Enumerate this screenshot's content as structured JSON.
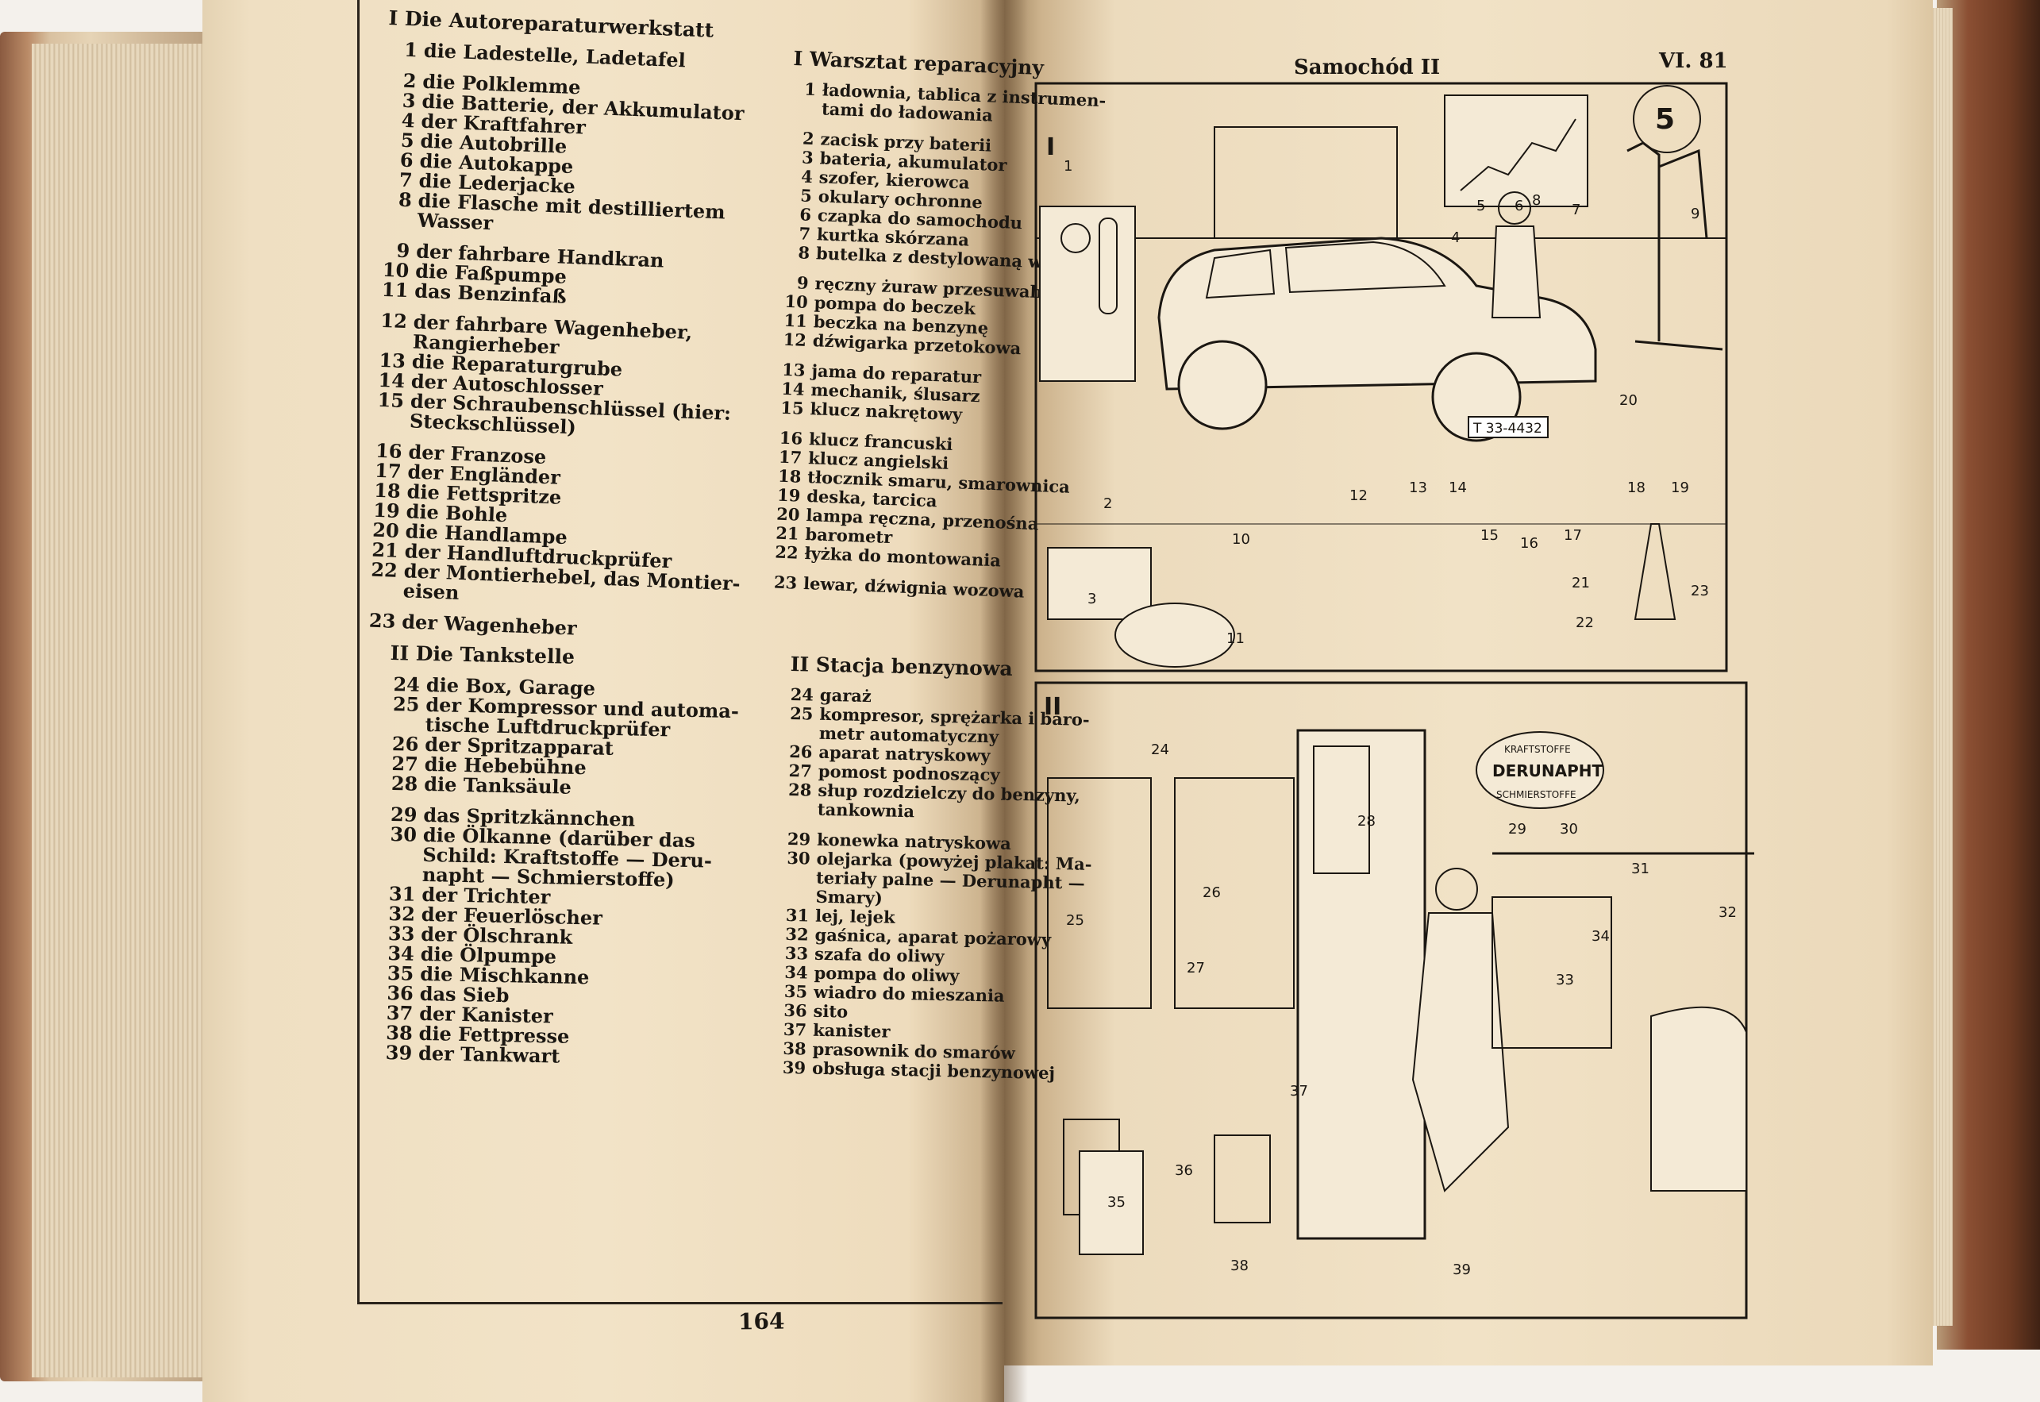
{
  "left_page": {
    "section1": {
      "title_de": "I Die Autoreparaturwerkstatt",
      "title_pl": "I Warsztat reparacyjny",
      "entries_de": [
        {
          "n": "1",
          "t": "die Ladestelle, Ladetafel"
        },
        {
          "n": "2",
          "t": "die Polklemme"
        },
        {
          "n": "3",
          "t": "die Batterie, der Akkumulator"
        },
        {
          "n": "4",
          "t": "der Kraftfahrer"
        },
        {
          "n": "5",
          "t": "die Autobrille"
        },
        {
          "n": "6",
          "t": "die Autokappe"
        },
        {
          "n": "7",
          "t": "die Lederjacke"
        },
        {
          "n": "8",
          "t": "die Flasche mit destilliertem"
        },
        {
          "n": "",
          "t": "Wasser"
        },
        {
          "n": "9",
          "t": "der fahrbare Handkran"
        },
        {
          "n": "10",
          "t": "die Faßpumpe"
        },
        {
          "n": "11",
          "t": "das Benzinfaß"
        },
        {
          "n": "12",
          "t": "der fahrbare Wagenheber,"
        },
        {
          "n": "",
          "t": "Rangierheber"
        },
        {
          "n": "13",
          "t": "die Reparaturgrube"
        },
        {
          "n": "14",
          "t": "der Autoschlosser"
        },
        {
          "n": "15",
          "t": "der Schraubenschlüssel (hier:"
        },
        {
          "n": "",
          "t": "Steckschlüssel)"
        },
        {
          "n": "16",
          "t": "der Franzose"
        },
        {
          "n": "17",
          "t": "der Engländer"
        },
        {
          "n": "18",
          "t": "die Fettspritze"
        },
        {
          "n": "19",
          "t": "die Bohle"
        },
        {
          "n": "20",
          "t": "die Handlampe"
        },
        {
          "n": "21",
          "t": "der Handluftdruckprüfer"
        },
        {
          "n": "22",
          "t": "der Montierhebel, das Montier-"
        },
        {
          "n": "",
          "t": "eisen"
        },
        {
          "n": "23",
          "t": "der Wagenheber"
        }
      ],
      "entries_pl": [
        {
          "n": "1",
          "t": "ładownia, tablica z instrumen-"
        },
        {
          "n": "",
          "t": "tami do ładowania"
        },
        {
          "n": "2",
          "t": "zacisk przy baterii"
        },
        {
          "n": "3",
          "t": "bateria, akumulator"
        },
        {
          "n": "4",
          "t": "szofer, kierowca"
        },
        {
          "n": "5",
          "t": "okulary ochronne"
        },
        {
          "n": "6",
          "t": "czapka do samochodu"
        },
        {
          "n": "7",
          "t": "kurtka skórzana"
        },
        {
          "n": "8",
          "t": "butelka z destylowaną wodą"
        },
        {
          "n": "9",
          "t": "ręczny żuraw przesuwalny"
        },
        {
          "n": "10",
          "t": "pompa do beczek"
        },
        {
          "n": "11",
          "t": "beczka na benzynę"
        },
        {
          "n": "12",
          "t": "dźwigarka przetokowa"
        },
        {
          "n": "13",
          "t": "jama do reparatur"
        },
        {
          "n": "14",
          "t": "mechanik, ślusarz"
        },
        {
          "n": "15",
          "t": "klucz nakrętowy"
        },
        {
          "n": "16",
          "t": "klucz francuski"
        },
        {
          "n": "17",
          "t": "klucz angielski"
        },
        {
          "n": "18",
          "t": "tłocznik smaru, smarownica"
        },
        {
          "n": "19",
          "t": "deska, tarcica"
        },
        {
          "n": "20",
          "t": "lampa ręczna, przenośna"
        },
        {
          "n": "21",
          "t": "barometr"
        },
        {
          "n": "22",
          "t": "łyżka do montowania"
        },
        {
          "n": "23",
          "t": "lewar, dźwignia wozowa"
        }
      ]
    },
    "section2": {
      "title_de": "II Die Tankstelle",
      "title_pl": "II Stacja benzynowa",
      "entries_de": [
        {
          "n": "24",
          "t": "die Box, Garage"
        },
        {
          "n": "25",
          "t": "der Kompressor und automa-"
        },
        {
          "n": "",
          "t": "tische Luftdruckprüfer"
        },
        {
          "n": "26",
          "t": "der Spritzapparat"
        },
        {
          "n": "27",
          "t": "die Hebebühne"
        },
        {
          "n": "28",
          "t": "die Tanksäule"
        },
        {
          "n": "29",
          "t": "das Spritzkännchen"
        },
        {
          "n": "30",
          "t": "die Ölkanne (darüber das"
        },
        {
          "n": "",
          "t": "Schild: Kraftstoffe — Deru-"
        },
        {
          "n": "",
          "t": "napht — Schmierstoffe)"
        },
        {
          "n": "31",
          "t": "der Trichter"
        },
        {
          "n": "32",
          "t": "der Feuerlöscher"
        },
        {
          "n": "33",
          "t": "der Ölschrank"
        },
        {
          "n": "34",
          "t": "die Ölpumpe"
        },
        {
          "n": "35",
          "t": "die Mischkanne"
        },
        {
          "n": "36",
          "t": "das Sieb"
        },
        {
          "n": "37",
          "t": "der Kanister"
        },
        {
          "n": "38",
          "t": "die Fettpresse"
        },
        {
          "n": "39",
          "t": "der Tankwart"
        }
      ],
      "entries_pl": [
        {
          "n": "24",
          "t": "garaż"
        },
        {
          "n": "25",
          "t": "kompresor, sprężarka i baro-"
        },
        {
          "n": "",
          "t": "metr automatyczny"
        },
        {
          "n": "26",
          "t": "aparat natryskowy"
        },
        {
          "n": "27",
          "t": "pomost podnoszący"
        },
        {
          "n": "28",
          "t": "słup rozdzielczy do benzyny,"
        },
        {
          "n": "",
          "t": "tankownia"
        },
        {
          "n": "29",
          "t": "konewka natryskowa"
        },
        {
          "n": "30",
          "t": "olejarka (powyżej plakat: Ma-"
        },
        {
          "n": "",
          "t": "teriały palne — Derunapht —"
        },
        {
          "n": "",
          "t": "Smary)"
        },
        {
          "n": "31",
          "t": "lej, lejek"
        },
        {
          "n": "32",
          "t": "gaśnica, aparat pożarowy"
        },
        {
          "n": "33",
          "t": "szafa do oliwy"
        },
        {
          "n": "34",
          "t": "pompa do oliwy"
        },
        {
          "n": "35",
          "t": "wiadro do mieszania"
        },
        {
          "n": "36",
          "t": "sito"
        },
        {
          "n": "37",
          "t": "kanister"
        },
        {
          "n": "38",
          "t": "prasownik do smarów"
        },
        {
          "n": "39",
          "t": "obsługa stacji benzynowej"
        }
      ]
    },
    "page_number": "164"
  },
  "right_page": {
    "header_title": "Samochód II",
    "header_code": "VI. 81",
    "panel1_label": "I",
    "panel2_label": "II"
  }
}
